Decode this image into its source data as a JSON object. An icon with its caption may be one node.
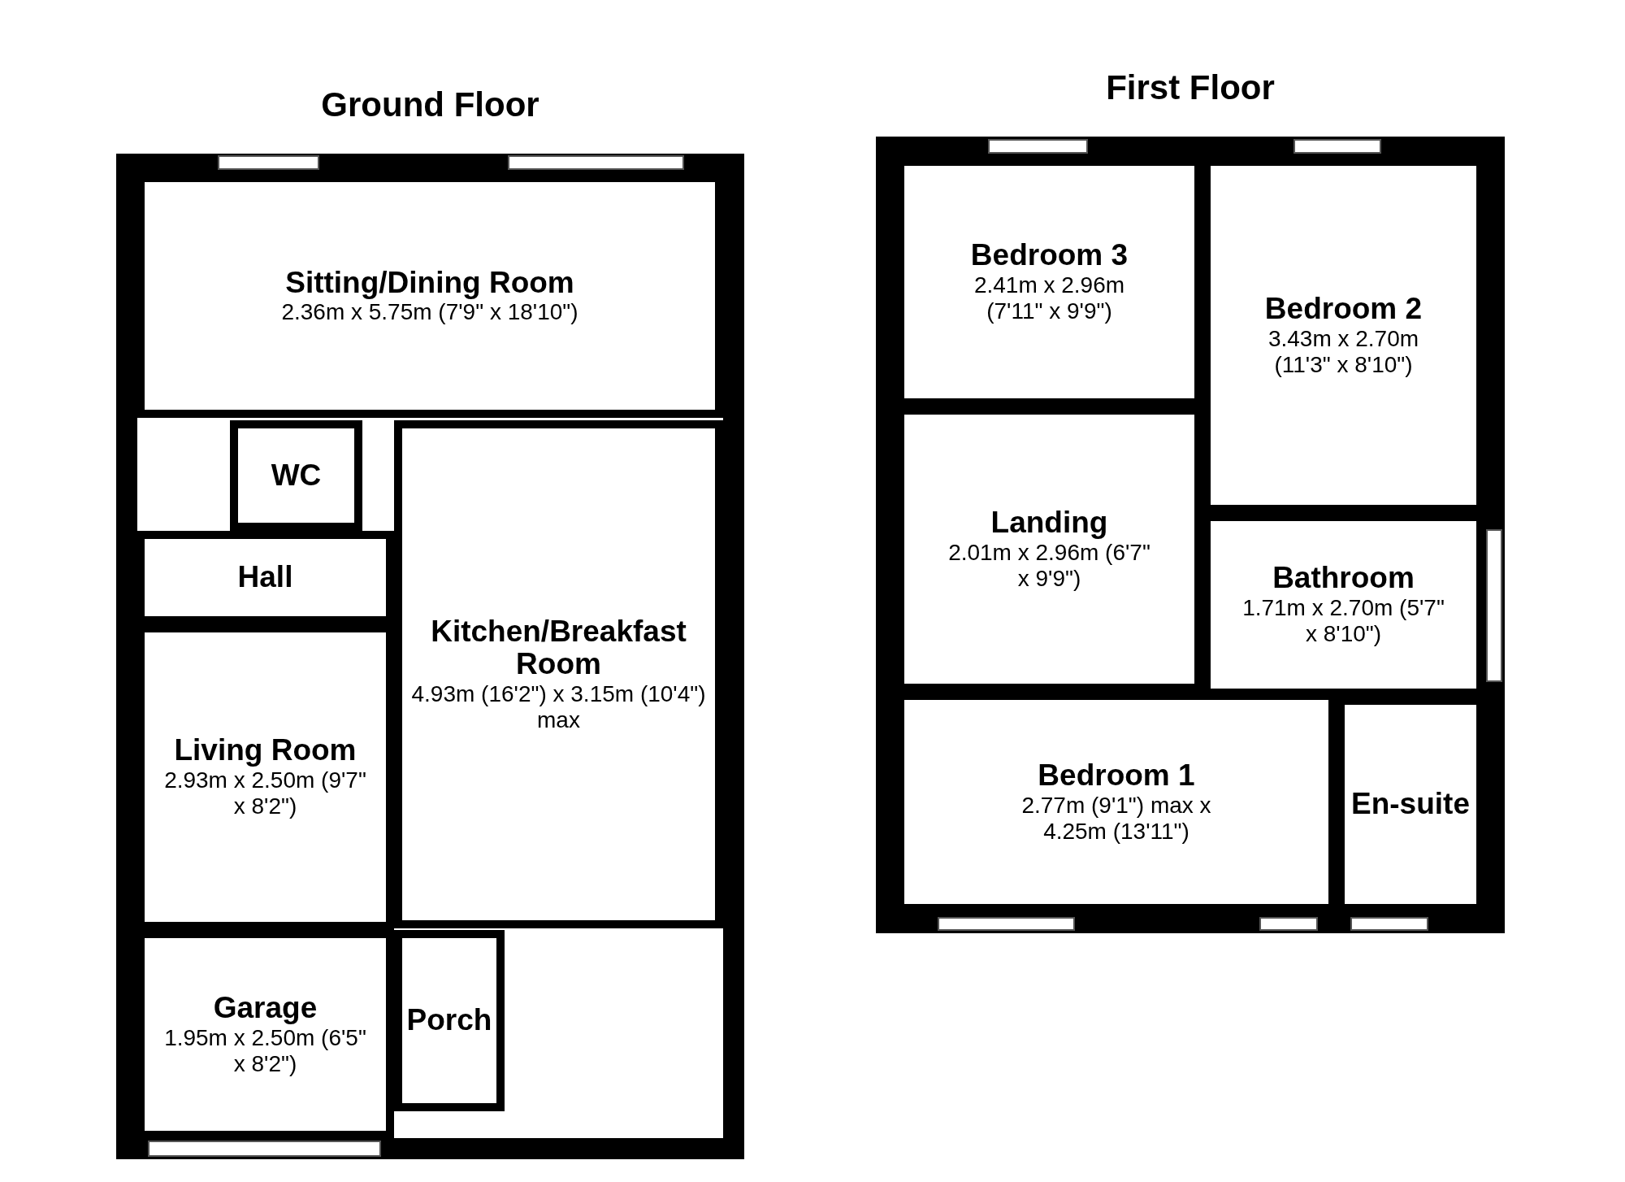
{
  "diagram": {
    "nodes": [
      {
        "text": [
          "Ground Floor"
        ]
      },
      {
        "text": [
          "Sitting/Dining Room",
          "2.36m x 5.75m (7'9\" x 18'10\")"
        ],
        "in": 0
      },
      {
        "text": [
          "WC"
        ],
        "in": 0
      },
      {
        "text": [
          "Hall"
        ],
        "in": 0
      },
      {
        "text": [
          "Kitchen/Breakfast Room",
          "4.93m (16'2\") x 3.15m (10'4\") max"
        ],
        "in": 0
      },
      {
        "text": [
          "Living Room",
          "2.93m x 2.50m (9'7\" x 8'2\")"
        ],
        "in": 0
      },
      {
        "text": [
          "Garage",
          "1.95m x 2.50m (6'5\" x 8'2\")"
        ],
        "in": 0
      },
      {
        "text": [
          "Porch"
        ],
        "in": 0
      },
      {
        "text": [
          "First Floor"
        ]
      },
      {
        "text": [
          "Bedroom 3",
          "2.41m x 2.96m (7'11\" x 9'9\")"
        ],
        "in": 8
      },
      {
        "text": [
          "Bedroom 2",
          "3.43m x 2.70m (11'3\" x 8'10\")"
        ],
        "in": 8
      },
      {
        "text": [
          "Landing",
          "2.01m x 2.96m (6'7\" x 9'9\")"
        ],
        "in": 8
      },
      {
        "text": [
          "Bathroom",
          "1.71m x 2.70m (5'7\" x 8'10\")"
        ],
        "in": 8
      },
      {
        "text": [
          "Bedroom 1",
          "2.77m (9'1\") max x 4.25m (13'11\")"
        ],
        "in": 8
      },
      {
        "text": [
          "En-suite"
        ],
        "in": 8
      }
    ]
  }
}
